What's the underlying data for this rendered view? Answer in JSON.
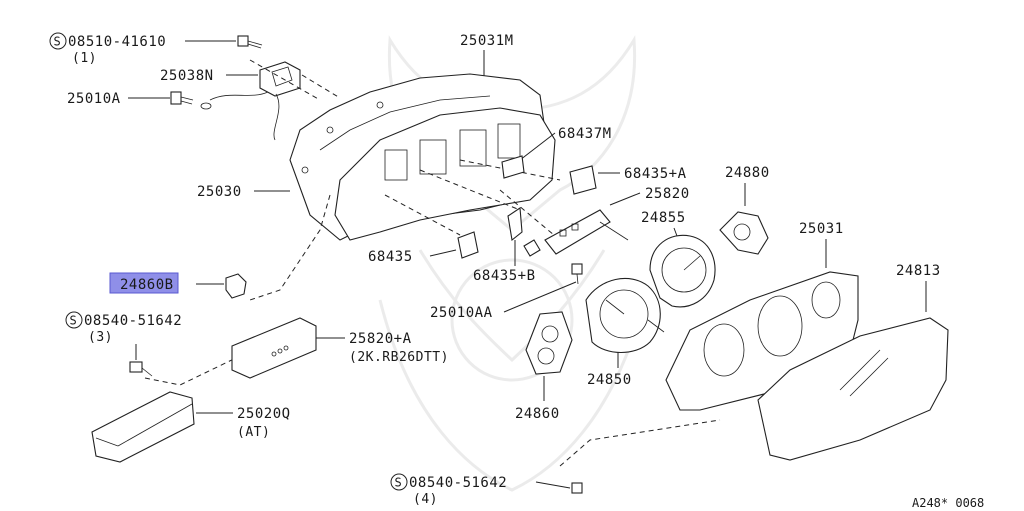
{
  "diagram": {
    "highlight_color": "#8f8fe8",
    "parts": {
      "screw_top_code": "08510-41610",
      "screw_top_qty": "(1)",
      "bracket": "25038N",
      "harness_screw": "25010A",
      "cluster_back": "25031M",
      "cluster_case": "25030",
      "plate_a": "68437M",
      "plate_b": "68435+A",
      "plate_c": "68435",
      "plate_d": "68435+B",
      "bulb_socket": "24860B",
      "circuit_board": "25820",
      "tacho": "24855",
      "gauge_right": "24880",
      "mask": "25031",
      "glass": "24813",
      "screw_mid": "25010AA",
      "screw_left_code": "08540-51642",
      "screw_left_qty": "(3)",
      "board_b": "25820+A",
      "board_b_note": "(2K.RB26DTT)",
      "module_at": "25020Q",
      "module_at_note": "(AT)",
      "speedo": "24850",
      "gauge_left": "24860",
      "screw_bottom_code": "08540-51642",
      "screw_bottom_qty": "(4)",
      "screw_symbol": "S"
    },
    "ref_code": "A248* 0068"
  }
}
